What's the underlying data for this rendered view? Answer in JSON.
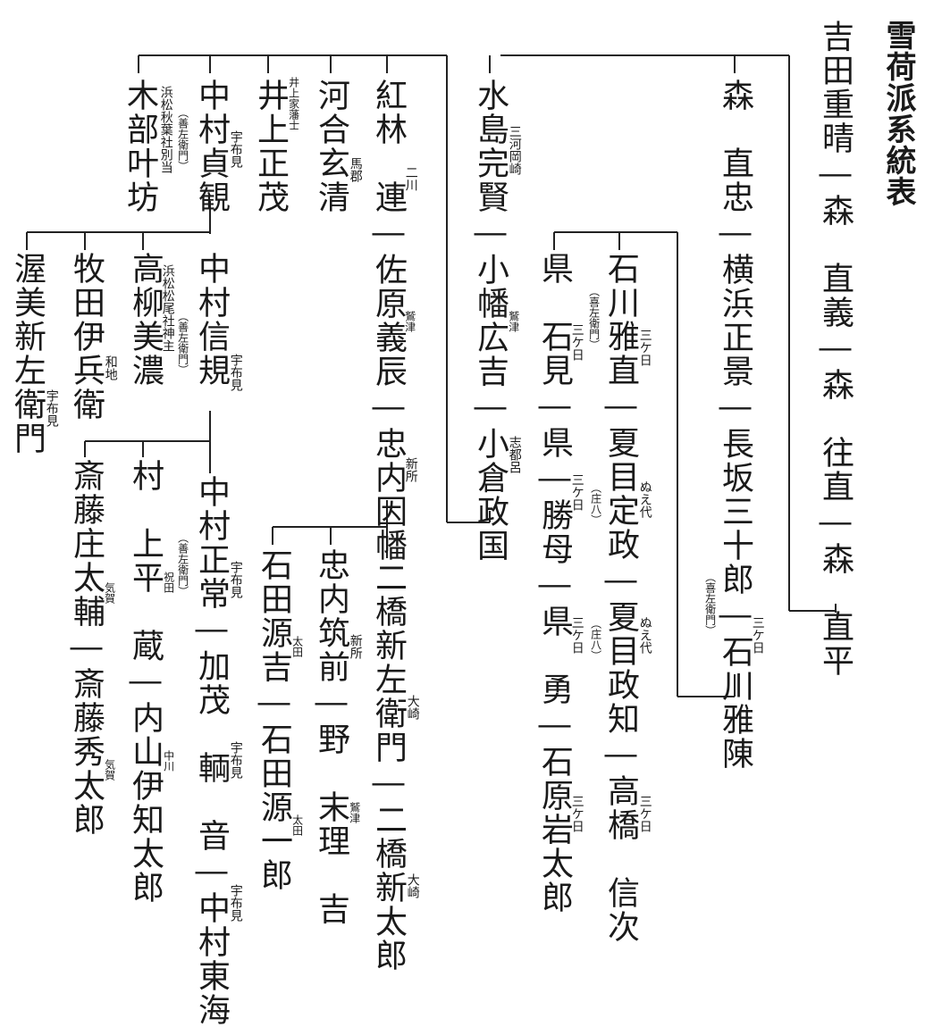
{
  "title": "雪荷派系統表",
  "nodes": {
    "yoshida": "吉田重晴",
    "mori_naoyoshi": "森　直義",
    "mori_yukinao": "森　往直",
    "mori_naohira": "森　直平",
    "mori": "森",
    "naotada": "直忠",
    "yokohama": "横浜正景",
    "nagasaka": "長坂三十郎",
    "ishikawa_masanobu": "石川雅陳",
    "ishikawa_masanao": "石川雅直",
    "natsume_sadamasa": "夏目定政",
    "natsume_masatomo": "夏目政知",
    "takahashi": "高橋　信次",
    "ken1": "県",
    "iwami": "石見",
    "ken2": "県",
    "katsumo": "勝母",
    "ken3": "県",
    "isamu": "勇",
    "ishihara": "石原岩太郎",
    "mizushima": "水島完賢",
    "obata": "小幡広吉",
    "ogura": "小倉政国",
    "benibayashi": "紅林　連",
    "sahara": "佐原義辰",
    "tadauchi_inaba": "忠内因幡",
    "futahashi_shinzaemon": "二橋新左衛門",
    "futahashi_shintaro": "二橋新太郎",
    "tadauchi_chikuzen": "忠内筑前",
    "no_sueri": "野　末理　吉",
    "ishida_genkichi": "石田源吉",
    "ishida_genichiro": "石田源一郎",
    "kawai": "河合玄清",
    "inoue": "井上正茂",
    "nakamura_sadamitsu": "中村貞観",
    "kibe": "木部叶坊",
    "nakamura_nobunori": "中村信規",
    "takayanagi": "高柳美濃",
    "makita": "牧田伊兵衛",
    "atsumi": "渥美新左衛門",
    "nakamura_masatsune": "中村正常",
    "kamo": "加茂　輌　音",
    "nakamura_tokai": "中村東海",
    "murakami": "村　上平　蔵",
    "uchiyama": "内山伊知太郎",
    "saito_shodayu": "斎藤庄太輔",
    "saito_hidetaro": "斎藤秀太郎"
  },
  "notes": {
    "sankabi": "三ケ日",
    "kizaemon": "（喜左衛門）",
    "nuedai": "ぬえ代",
    "sho8": "（庄八）",
    "mikawa_okazaki": "三河岡崎",
    "washizu": "鷲津",
    "shitoro": "志都呂",
    "futagawa": "二川",
    "shinjo": "新所",
    "osaki": "大崎",
    "ota": "太田",
    "mago": "馬郡",
    "inoue_hanshi": "井上家藩士",
    "ufumi": "宇布見",
    "zenzaemon": "（善左衛門）",
    "hamamatsu_akiba": "浜松秋葉社別当",
    "hamamatsu_oo": "浜松松尾社神主",
    "wachi": "和地",
    "iwaida": "祝田",
    "nakagawa": "中川",
    "kiga": "気賀"
  }
}
